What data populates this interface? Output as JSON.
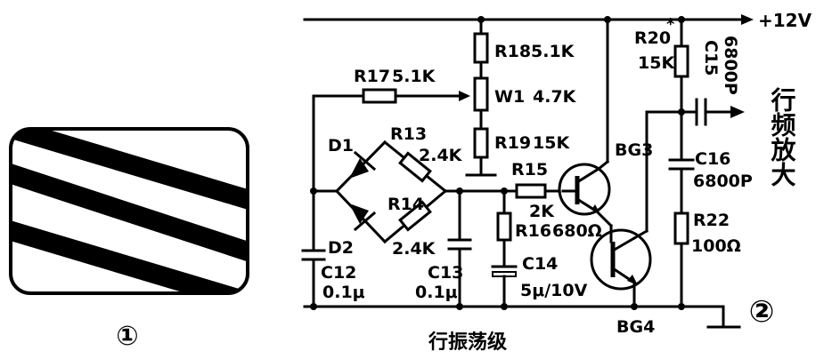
{
  "figure1": {
    "number": "①"
  },
  "figure2": {
    "number": "②",
    "caption": "行振荡级",
    "supply": "+12V",
    "output_label": "行频放大",
    "components": {
      "R18": {
        "name": "R18",
        "value": "5.1K"
      },
      "R17": {
        "name": "R17",
        "value": "5.1K"
      },
      "W1": {
        "name": "W1",
        "value": "4.7K"
      },
      "R19": {
        "name": "R19",
        "value": "15K"
      },
      "R13": {
        "name": "R13",
        "value": "2.4K"
      },
      "R14": {
        "name": "R14",
        "value": "2.4K"
      },
      "R15": {
        "name": "R15",
        "value": "2K"
      },
      "R16": {
        "name": "R16",
        "value": "680Ω"
      },
      "R20": {
        "name": "R20",
        "mark": "*",
        "value": "15K"
      },
      "R22": {
        "name": "R22",
        "value": "100Ω"
      },
      "C12": {
        "name": "C12",
        "value": "0.1μ"
      },
      "C13": {
        "name": "C13",
        "value": "0.1μ"
      },
      "C14": {
        "name": "C14",
        "value": "5μ/10V"
      },
      "C15": {
        "name": "C15",
        "value": "6800P"
      },
      "C16": {
        "name": "C16",
        "value": "6800P"
      },
      "D1": {
        "name": "D1"
      },
      "D2": {
        "name": "D2"
      },
      "BG3": {
        "name": "BG3"
      },
      "BG4": {
        "name": "BG4"
      }
    }
  }
}
